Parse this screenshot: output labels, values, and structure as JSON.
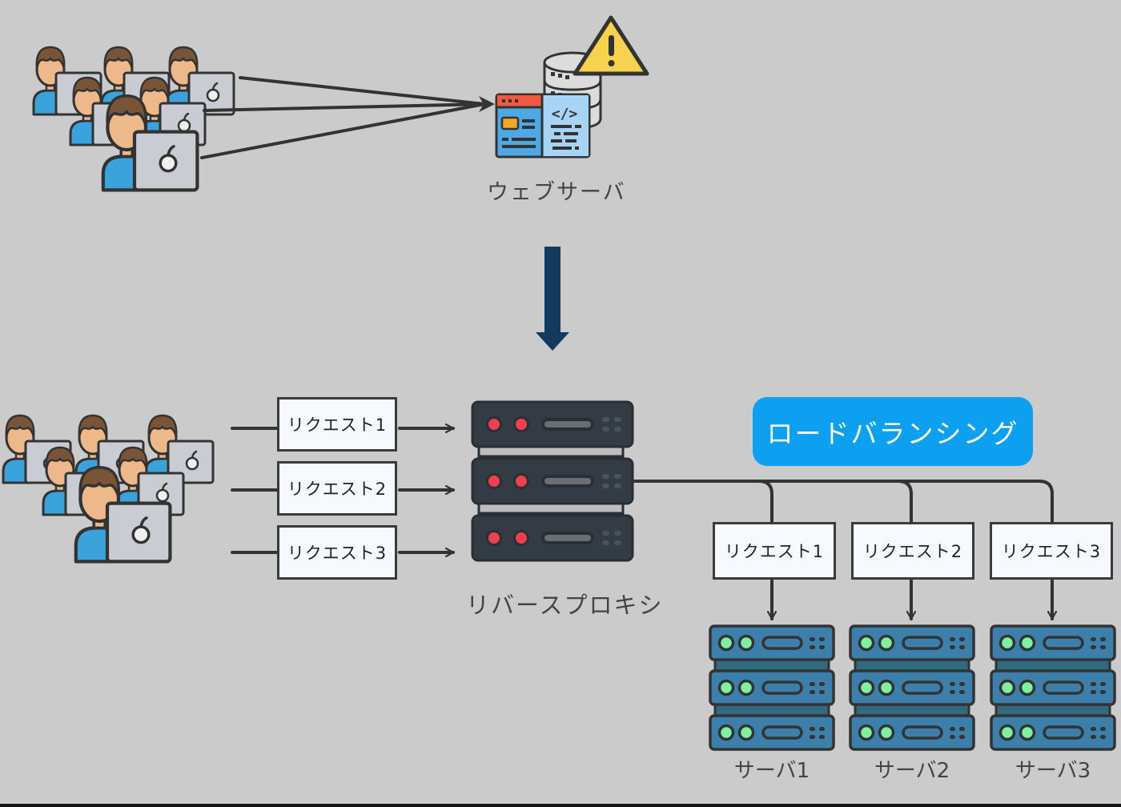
{
  "title": "Reverse proxy load balancing diagram",
  "top_section": {
    "clients_icon": "user-laptop-group-icon",
    "web_server": {
      "label": "ウェブサーバ",
      "icon": "web-server-icon",
      "warning_icon": "warning-triangle-icon"
    },
    "transition_arrow_icon": "arrow-down-icon"
  },
  "bottom_section": {
    "clients_icon": "user-laptop-group-icon",
    "incoming_requests": [
      {
        "label": "リクエスト1"
      },
      {
        "label": "リクエスト2"
      },
      {
        "label": "リクエスト3"
      }
    ],
    "reverse_proxy": {
      "label": "リバースプロキシ",
      "icon": "server-rack-icon"
    },
    "load_balancing_badge": "ロードバランシング",
    "distributed_requests": [
      {
        "label": "リクエスト1"
      },
      {
        "label": "リクエスト2"
      },
      {
        "label": "リクエスト3"
      }
    ],
    "backend_servers": [
      {
        "label": "サーバ1"
      },
      {
        "label": "サーバ2"
      },
      {
        "label": "サーバ3"
      }
    ]
  },
  "colors": {
    "background": "#cbcbcb",
    "outline": "#333333",
    "proxy_body": "#333c45",
    "proxy_led": "#f0404f",
    "backend_body": "#3d7fab",
    "backend_led": "#7ef0a0",
    "badge": "#0ea0f0",
    "arrow_down": "#123a5e",
    "warning": "#f7d24f",
    "skin": "#edb98a",
    "hair": "#7a5437",
    "shirt": "#3aa3dc",
    "laptop": "#c9ccd3"
  }
}
